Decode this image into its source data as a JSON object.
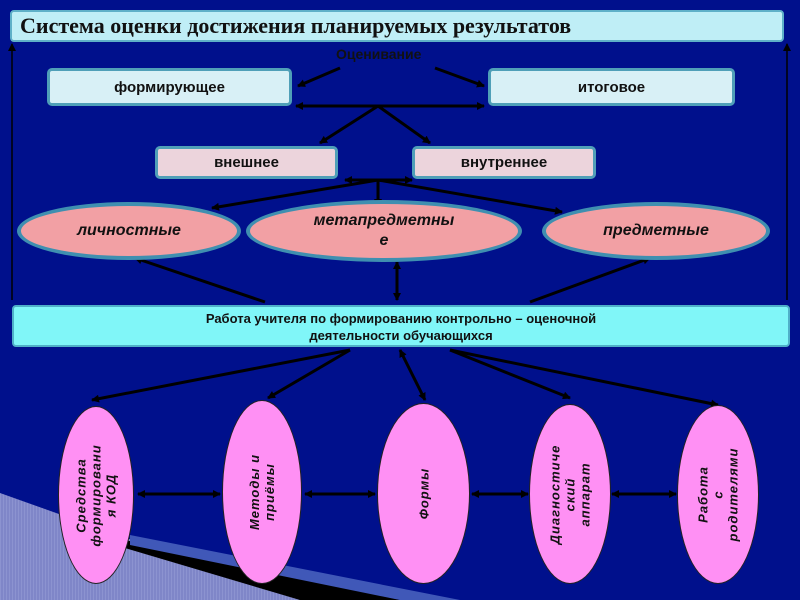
{
  "title": "Система оценки достижения планируемых результатов",
  "assessment_label": "Оценивание",
  "types": {
    "formative": "формирующее",
    "summative": "итоговое"
  },
  "sources": {
    "external": "внешнее",
    "internal": "внутреннее"
  },
  "results": {
    "personal": "личностные",
    "metasubject": "метапредметны\nе",
    "subject": "предметные"
  },
  "work": "Работа учителя по формированию контрольно – оценочной\nдеятельности обучающихся",
  "components": [
    "Средства\nформировани\nя КОД",
    "Методы и\nприёмы",
    "Формы",
    "Диагностиче\nский\nаппарат",
    "Работа\nс\nродителями"
  ]
}
